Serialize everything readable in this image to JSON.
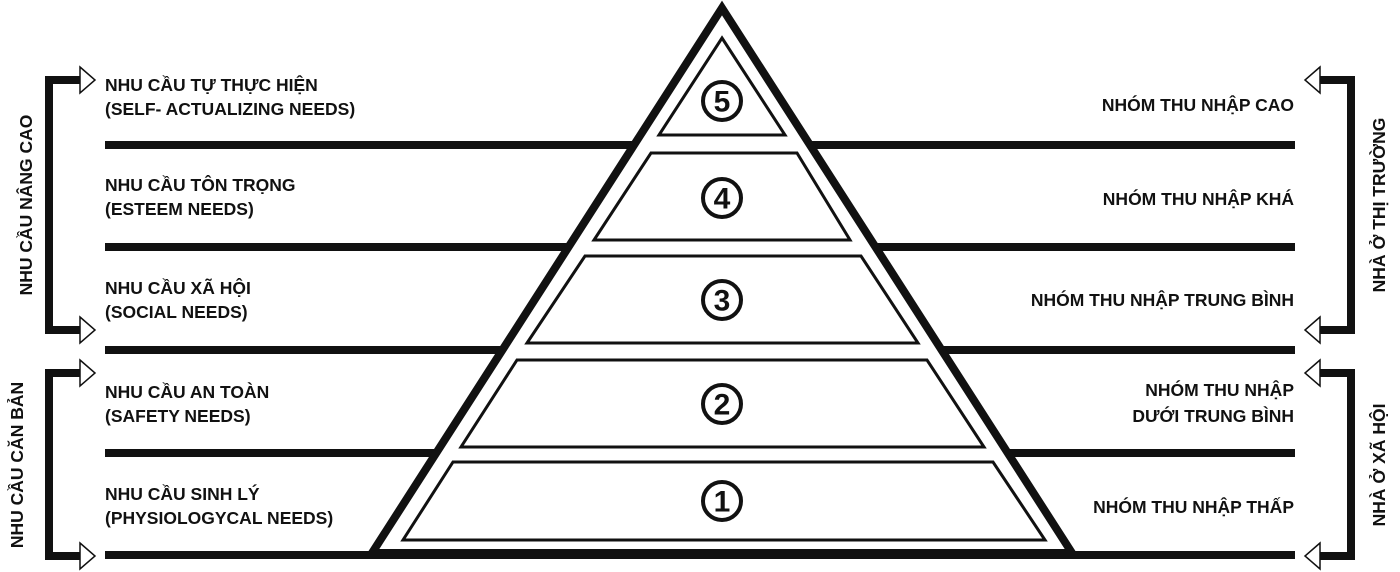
{
  "colors": {
    "ink": "#111111",
    "background": "#ffffff"
  },
  "left_groups": [
    {
      "label": "NHU CẦU NÂNG CAO"
    },
    {
      "label": "NHU CẦU CĂN BẢN"
    }
  ],
  "right_groups": [
    {
      "label": "NHÀ Ở THỊ TRƯỜNG"
    },
    {
      "label": "NHÀ Ở XÃ HỘI"
    }
  ],
  "levels": [
    {
      "number": "5",
      "need": "NHU CẦU TỰ THỰC HIỆN",
      "need_en": "(SELF- ACTUALIZING NEEDS)",
      "income": [
        "NHÓM THU NHẬP CAO"
      ]
    },
    {
      "number": "4",
      "need": "NHU CẦU TÔN TRỌNG",
      "need_en": "(ESTEEM NEEDS)",
      "income": [
        "NHÓM THU NHẬP KHÁ"
      ]
    },
    {
      "number": "3",
      "need": "NHU CẦU XÃ HỘI",
      "need_en": "(SOCIAL NEEDS)",
      "income": [
        "NHÓM THU NHẬP TRUNG BÌNH"
      ]
    },
    {
      "number": "2",
      "need": "NHU CẦU AN TOÀN",
      "need_en": "(SAFETY NEEDS)",
      "income": [
        "NHÓM THU NHẬP",
        "DƯỚI TRUNG BÌNH"
      ]
    },
    {
      "number": "1",
      "need": "NHU CẦU SINH LÝ",
      "need_en": "(PHYSIOLOGYCAL NEEDS)",
      "income": [
        "NHÓM THU NHẬP THẤP"
      ]
    }
  ]
}
